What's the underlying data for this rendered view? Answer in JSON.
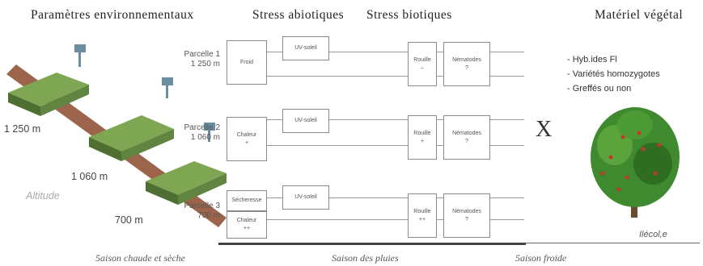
{
  "headers": {
    "env": "Paramètres environnementaux",
    "abiotic": "Stress abiotiques",
    "biotic": "Stress biotiques",
    "plant": "Matériel végétal"
  },
  "altitudes": {
    "high": "1 250 m",
    "mid": "1 060 m",
    "low": "700 m",
    "axis_label": "Altitude"
  },
  "parcels": [
    {
      "name": "Parcelle 1",
      "alt": "1 250 m",
      "stress": "Froid",
      "uv": "UV-soleil",
      "rust": "Rouille\n–",
      "nem": "Nématodes\n?"
    },
    {
      "name": "Parcelle 2",
      "alt": "1 060 m",
      "stress": "Chaleur\n+",
      "uv": "UV-soleil",
      "rust": "Rouille\n+",
      "nem": "Nématodes\n?"
    },
    {
      "name": "Parcelle 3",
      "alt": "700 m",
      "stress": "Sécheresse",
      "stress2": "Chaleur\n++",
      "uv": "UV-soleil",
      "rust": "Rouille\n++",
      "nem": "Nématodes\n?"
    }
  ],
  "material": {
    "items": [
      "Hyb.ides Fl",
      "Variétés homozygotes",
      "Greffés ou non"
    ],
    "times": "X",
    "credit": "Ilécol,e"
  },
  "seasons": {
    "hot_dry": "5aison chaude et sèche",
    "rainy": "Saison des pluies",
    "cold": "5aison froide"
  },
  "colors": {
    "band": "#8b4a2b",
    "plot_fill": "#7fa652",
    "foliage": "#3f8a2e",
    "fruit": "#c0392b"
  }
}
